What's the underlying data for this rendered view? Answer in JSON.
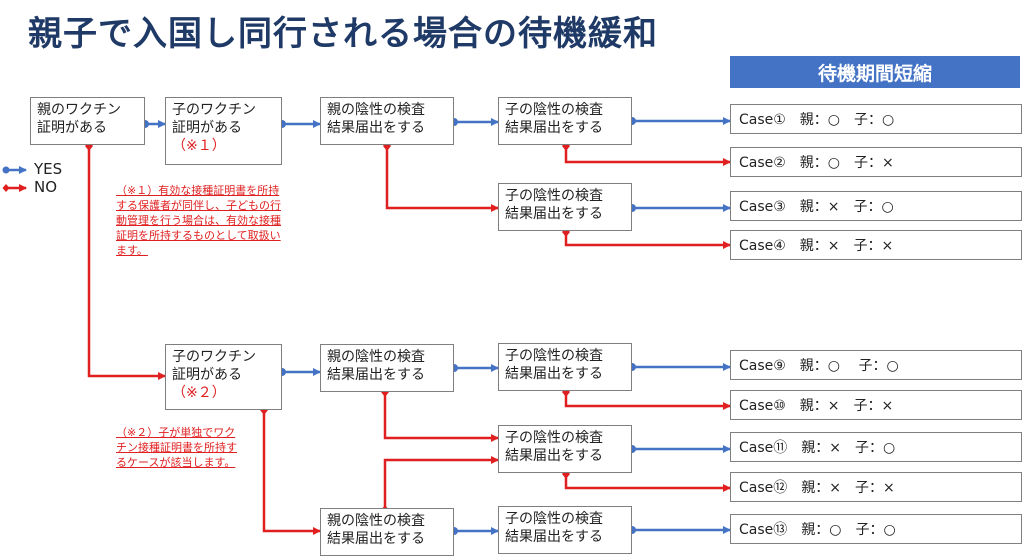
{
  "title": "親子で入国し同行される場合の待機緩和",
  "banner": "待機期間短縮",
  "legend": {
    "yes": "YES",
    "no": "NO"
  },
  "boxes": {
    "parent_vaccine": "親のワクチン\n証明がある",
    "child_vaccine_1": "子のワクチン\n証明がある",
    "child_vaccine_1_note": "（※１）",
    "child_vaccine_2": "子のワクチン\n証明がある",
    "child_vaccine_2_note": "（※２）",
    "parent_test": "親の陰性の検査\n結果届出をする",
    "child_test": "子の陰性の検査\n結果届出をする"
  },
  "footnotes": {
    "note1": "（※１）有効な接種証明書を所持\nする保護者が同伴し、子どもの行\n動管理を行う場合は、有効な接種\n証明を所持するものとして取扱い\nます。",
    "note2": "（※２）子が単独でワク\nチン接種証明書を所持す\nるケースが該当します。"
  },
  "cases": [
    "Case①　親：○　子：○",
    "Case②　親：○　子：×",
    "Case③　親：×　子：○",
    "Case④　親：×　子：×",
    "Case⑨　親：○　 子：○",
    "Case⑩　親：×　子：×",
    "Case⑪　親：×　子：○",
    "Case⑫　親：×　子：×",
    "Case⑬　親：○　子：○"
  ],
  "colors": {
    "yes": "#4472c4",
    "no": "#e02020",
    "title": "#1f3a66",
    "banner": "#4472c4"
  }
}
